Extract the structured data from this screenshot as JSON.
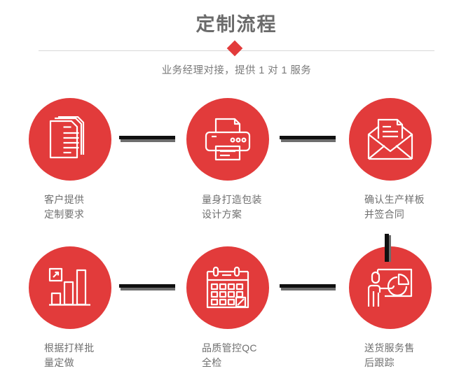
{
  "header": {
    "title": "定制流程",
    "subtitle": "业务经理对接，提供 1 对 1 服务",
    "accent_color": "#e23b3b",
    "title_color": "#6b6b6b",
    "divider_color": "#d8d8d8"
  },
  "flow": {
    "circle_color": "#e23b3b",
    "icon_color": "#ffffff",
    "connector_color": "#101010",
    "connector_shadow_color": "#6d6d6d",
    "steps": [
      {
        "icon": "documents-icon",
        "label": "客户提供\n定制要求"
      },
      {
        "icon": "printer-icon",
        "label": "量身打造包装\n设计方案"
      },
      {
        "icon": "envelope-letter-icon",
        "label": "确认生产样板\n并签合同"
      },
      {
        "icon": "bar-chart-growth-icon",
        "label": "根据打样批\n量定做"
      },
      {
        "icon": "calendar-check-icon",
        "label": "品质管控QC\n全检"
      },
      {
        "icon": "presenter-board-icon",
        "label": "送货服务售\n后跟踪"
      }
    ]
  }
}
